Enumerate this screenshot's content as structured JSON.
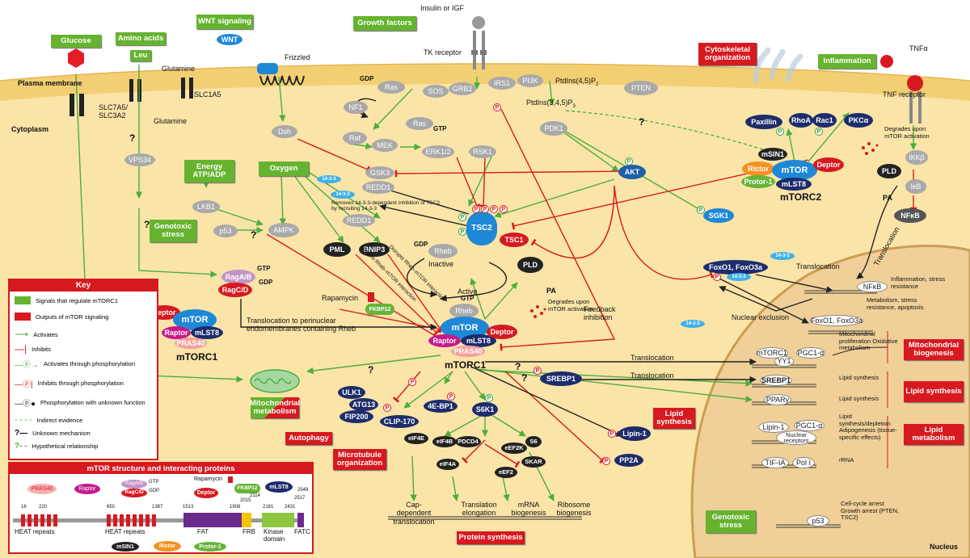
{
  "regions": {
    "plasma_membrane": "Plasma membrane",
    "cytoplasm": "Cytoplasm",
    "nucleus": "Nucleus"
  },
  "signals": {
    "glucose": "Glucose",
    "amino_acids": "Amino acids",
    "leu": "Leu",
    "wnt_signaling": "WNT signaling",
    "growth_factors": "Growth factors",
    "energy": "Energy ATP/ADP",
    "oxygen": "Oxygen",
    "genotoxic_stress": "Genotoxic stress",
    "inflammation": "Inflammation",
    "genotoxic_stress_nuc": "Genotoxic stress"
  },
  "outputs": {
    "cytoskeletal": "Cytoskeletal organization",
    "autophagy": "Autophagy",
    "microtubule": "Microtubule organization",
    "lipid_synthesis_c": "Lipid synthesis",
    "protein_synthesis": "Protein synthesis",
    "mito_biogenesis": "Mitochondrial biogenesis",
    "lipid_synthesis_n": "Lipid synthesis",
    "lipid_metabolism": "Lipid metabolism",
    "mito_metabolism": "Mitochondrial metabolism"
  },
  "membrane": {
    "insulin": "Insulin or IGF",
    "tk_receptor": "TK receptor",
    "frizzled": "Frizzled",
    "glutamine_top": "Glutamine",
    "glutamine_bottom": "Glutamine",
    "slc7a5": "SLC7A5/ SLC3A2",
    "slc1a5": "SLC1A5",
    "tnfa": "TNFα",
    "tnf_receptor": "TNF receptor",
    "ptdins45": "PtdIns(4,5)P",
    "ptdins345": "PtdIns(3,4,5)P",
    "sub2": "2",
    "sub3": "3"
  },
  "nodes": {
    "wnt": "WNT",
    "dsh": "Dsh",
    "gsk3": "GSK3",
    "redd1a": "REDD1",
    "redd1b": "REDD1",
    "ras1": "Ras",
    "ras2": "Ras",
    "sos": "SOS",
    "grb2": "GRB2",
    "irs1": "IRS1",
    "pi3k": "PI3K",
    "pten": "PTEN",
    "nf1": "NF1",
    "raf": "Raf",
    "mek": "MEK",
    "erk": "ERK1/2",
    "rsk1": "RSK1",
    "pdk1": "PDK1",
    "akt": "AKT",
    "sgk1a": "SGK1",
    "tsc2": "TSC2",
    "tsc1": "TSC1",
    "vps34": "VPS34",
    "lkb1": "LKB1",
    "p53": "p53",
    "ampk": "AMPK",
    "pml": "PML",
    "bnip3": "BNIP3",
    "rheb1": "Rheb",
    "rheb2": "Rheb",
    "pld1": "PLD",
    "pld2": "PLD",
    "fkbp12": "FKBP12",
    "raga": "RagA/B",
    "ragc": "RagC/D",
    "c1_deptor": "Deptor",
    "c1_mtor": "mTOR",
    "c1_raptor": "Raptor",
    "c1_mlst8": "mLST8",
    "c1_pras40": "PRAS40",
    "a_mtor": "mTOR",
    "a_raptor": "Raptor",
    "a_mlst8": "mLST8",
    "a_deptor": "Deptor",
    "a_pras40": "PRAS40",
    "ulk1": "ULK1",
    "atg13": "ATG13",
    "fip200": "FIP200",
    "clip170": "CLIP-170",
    "ebp1": "4E-BP1",
    "eif4e": "eIF4E",
    "s6k1": "S6K1",
    "eif4b": "eIF4B",
    "pdcd4": "PDCD4",
    "eef2k": "eEF2K",
    "s6": "S6",
    "eif4a": "eIF4A",
    "eef2": "eEF2",
    "skar": "SKAR",
    "srebp1": "SREBP1",
    "lipin1": "Lipin-1",
    "pp2a": "PP2A",
    "paxillin": "Paxillin",
    "rhoa": "RhoA",
    "rac1": "Rac1",
    "pkca": "PKCα",
    "msin1": "mSIN1",
    "rictor": "Rictor",
    "c2_mtor": "mTOR",
    "c2_deptor": "Deptor",
    "protor": "Protor-1",
    "c2_mlst8": "mLST8",
    "sgk1b": "SGK1",
    "ikkb": "IKKβ",
    "ikb": "IκB",
    "nfkb": "NFκB",
    "nfkb2": "NFκB",
    "foxo_c": "FoxO1, FoxO3a",
    "foxo_n": "FoxO1, FoxO3a",
    "p1433a": "14-3-3",
    "p1433b": "14-3-3",
    "p1433c": "14-3-3",
    "p1433d": "14-3-3",
    "p1433e": "14-3-3",
    "n_mtorc1": "mTORC1",
    "n_yy1": "YY1",
    "n_pgc1a": "PGC1-α",
    "n_srebp1": "SREBP1",
    "n_ppar": "PPARγ",
    "n_lipin": "Lipin-1",
    "n_pgc1b": "PGC1-α",
    "n_nuc": "Nuclear receptors",
    "n_tif": "TIF-IA",
    "n_pol": "Pol I",
    "n_p53": "p53"
  },
  "labels": {
    "gdp1": "GDP",
    "gtp1": "GTP",
    "gdp2": "GDP",
    "gtp2": "GTP",
    "gtp3": "GTP",
    "gdp3": "GDP",
    "inactive": "Inactive",
    "active": "Active",
    "pa1": "PA",
    "pa2": "PA",
    "degrades1": "Degrades upon mTOR activation",
    "degrades2": "Degrades upon mTOR activation",
    "removes": "Removes 14-3-3-dependent inhibition of TSC2 by recruiting 14-3-3",
    "disrupts1": "Disrupts Rheb–mTOR interaction",
    "disrupts2": "Disrupts Rheb–mTOR interaction",
    "rapamycin": "Rapamycin",
    "transloc_peri": "Translocation to perinuclear endomembranes containing Rheb",
    "mtorc1_title": "mTORC1",
    "mtorc1_center": "mTORC1",
    "mtorc2_title": "mTORC2",
    "feedback": "Feedback inhibition",
    "transloc1": "Translocation",
    "transloc2": "Translocation",
    "transloc3": "Translocation",
    "transloc4": "Translocation",
    "nuclear_exclusion": "Nuclear exclusion",
    "inflammation_out": "Inflammation, stress resistance",
    "metabolism_out": "Metabolism, stress resistance, apoptosis",
    "mito_out": "Mitochondrial proliferation Oxidative metabolism",
    "lipid_out1": "Lipid synthesis",
    "lipid_out2": "Lipid synthesis",
    "lipid_out3": "Lipid synthesis/depletion Adipogenesis (tissue-specific effects)",
    "rrna": "rRNA",
    "p53_out": "Cell-cycle arrest Growth arrest (PTEN, TSC2)",
    "cap": "Cap-dependent translocation",
    "elong": "Translation elongation",
    "mrna": "mRNA biogenesis",
    "ribo": "Ribosome biogenesis",
    "q": "?"
  },
  "key": {
    "title": "Key",
    "items": [
      "Signals that regulate mTORC1",
      "Outputs of mTOR signaling",
      "Activates",
      "Inhibits",
      "Activates through phosphorylation",
      "Inhibits through phosphorylation",
      "Phosphorylation with unknown function",
      "Indirect evidence",
      "Unknown mechanism",
      "Hypothetical relationship"
    ]
  },
  "structure": {
    "title": "mTOR structure and interacting proteins",
    "pras40": "PRAS40",
    "raptor": "Raptor",
    "ragab": "RagA/B",
    "ragcd": "RagC/D",
    "gtp": "GTP",
    "gdp": "GDP",
    "rapamycin": "Rapamycin",
    "deptor": "Deptor",
    "fkbp12": "FKBP12",
    "mlst8": "mLST8",
    "heat1": "HEAT repeats",
    "heat2": "HEAT repeats",
    "fat": "FAT",
    "frb": "FRB",
    "kinase": "Kinase domain",
    "fatc": "FATC",
    "n16": "16",
    "n220": "220",
    "n650": "650",
    "n1387": "1387",
    "n1513": "1513",
    "n1908": "1908",
    "n2015": "2015",
    "n2114": "2114",
    "n2181": "2181",
    "n2431": "2431",
    "n2517": "2517",
    "n2549": "2549",
    "msin1": "mSIN1",
    "rictor": "Rictor",
    "protor": "Protor-1"
  },
  "colors": {
    "cytoplasm": "#fae4a8",
    "membrane": "#f7d27a",
    "nucleus": "#f0d098",
    "activate": "#4aae3c",
    "inhibit": "#d71920",
    "signal_box": "#65b32e",
    "output_box": "#d71920"
  }
}
